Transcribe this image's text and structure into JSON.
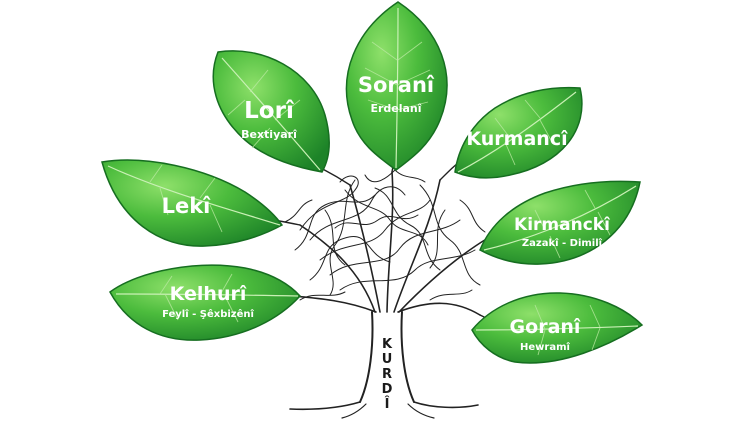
{
  "colors": {
    "leaf_light": "#7fd35a",
    "leaf_mid": "#45b53a",
    "leaf_dark": "#1f8a2a",
    "leaf_edge": "#166e20",
    "vein": "#c9f0b5",
    "text": "#ffffff",
    "trunk_line": "#222222"
  },
  "trunk": {
    "label": "KURDÎ",
    "letters": [
      "K",
      "U",
      "R",
      "D",
      "Î"
    ]
  },
  "leaves": [
    {
      "title": "Soranî",
      "subtitle": "Erdelanî",
      "icon": "leaf-icon"
    },
    {
      "title": "Lorî",
      "subtitle": "Bextiyarî",
      "icon": "leaf-icon"
    },
    {
      "title": "Kurmancî",
      "subtitle": "",
      "icon": "leaf-icon"
    },
    {
      "title": "Lekî",
      "subtitle": "",
      "icon": "leaf-icon"
    },
    {
      "title": "Kirmanckî",
      "subtitle": "Zazakî - Dimilî",
      "icon": "leaf-icon"
    },
    {
      "title": "Kelhurî",
      "subtitle": "Feylî - Şêxbizênî",
      "icon": "leaf-icon"
    },
    {
      "title": "Goranî",
      "subtitle": "Hewramî",
      "icon": "leaf-icon"
    }
  ]
}
